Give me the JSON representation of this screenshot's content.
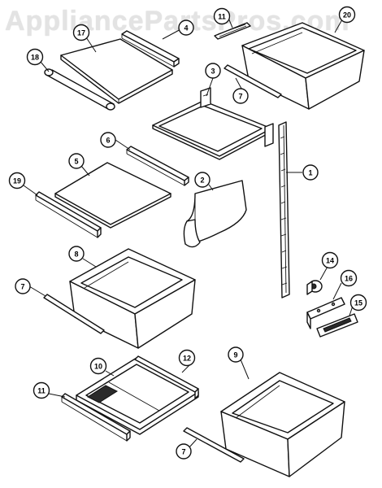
{
  "watermark": "AppliancePartsPros.com",
  "callouts": {
    "p1": "1",
    "p2": "2",
    "p3": "3",
    "p4": "4",
    "p5": "5",
    "p6": "6",
    "p7a": "7",
    "p7b": "7",
    "p7c": "7",
    "p8": "8",
    "p9": "9",
    "p10": "10",
    "p11a": "11",
    "p11b": "11",
    "p12": "12",
    "p14": "14",
    "p15": "15",
    "p16": "16",
    "p17": "17",
    "p18": "18",
    "p19": "19",
    "p20": "20"
  }
}
